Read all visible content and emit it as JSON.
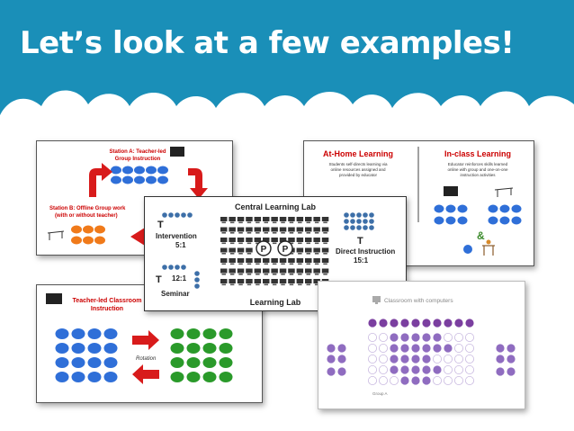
{
  "slide": {
    "title": "Let’s look at a few examples!",
    "colors": {
      "banner": "#1a8fb8",
      "title_text": "#ffffff"
    }
  },
  "slides": {
    "station_rotation": {
      "station_a": [
        "Station A: Teacher-led",
        "Group Instruction"
      ],
      "station_b": [
        "Station B: Offline Group work",
        "(with or without teacher)"
      ],
      "colors": {
        "station_label": "#cc0000",
        "arrow": "#d81b1b",
        "blue": "#2f6fd8",
        "orange": "#f07a1a"
      }
    },
    "at_home": {
      "left_title": "At-Home Learning",
      "left_desc": [
        "Students self-directs learning via",
        "online resources assigned and",
        "provided by educator"
      ],
      "right_title": "In-class Learning",
      "right_desc": [
        "Educator reinforces skills learned",
        "online with group and one-on-one",
        "instruction activities"
      ],
      "colors": {
        "title": "#cc0000",
        "blue": "#2f6fd8",
        "ampersand": "#3a8a2a"
      }
    },
    "lab": {
      "title": "Central Learning Lab",
      "footer": "Learning Lab",
      "intervention": {
        "letter": "T",
        "label": "Intervention",
        "ratio": "5:1"
      },
      "seminar": {
        "letter": "T",
        "ratio": "12:1",
        "label": "Seminar"
      },
      "direct": {
        "letter": "T",
        "label": "Direct Instruction",
        "ratio": "15:1"
      },
      "para": [
        "P",
        "P"
      ],
      "colors": {
        "dot": "#3d6fa8",
        "computer": "#333333"
      }
    },
    "teacher_led": {
      "title": [
        "Teacher-led Classroom",
        "Instruction"
      ],
      "rotation": "Rotation",
      "colors": {
        "title": "#cc0000",
        "blue": "#2f6fd8",
        "green": "#2a9a2a",
        "arrow": "#d81b1b"
      }
    },
    "computers": {
      "title": "Classroom with computers",
      "group": "Group A",
      "colors": {
        "purple_dark": "#7b3fa0",
        "purple_mid": "#8f6cc0",
        "purple_light": "#c9b9e0"
      }
    }
  }
}
